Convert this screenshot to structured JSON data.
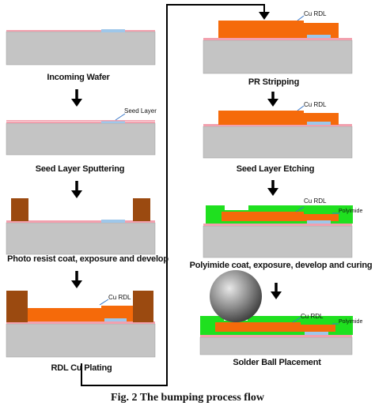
{
  "steps": {
    "incoming_wafer": "Incoming Wafer",
    "seed_layer_sputtering": "Seed Layer Sputtering",
    "photo_resist": "Photo resist coat, exposure and develop",
    "rdl_cu_plating": "RDL Cu Plating",
    "pr_stripping": "PR Stripping",
    "seed_layer_etching": "Seed Layer Etching",
    "polyimide_coat": "Polyimide coat, exposure, develop and curing",
    "solder_ball_placement": "Solder Ball Placement"
  },
  "labels": {
    "seed_layer": "Seed Layer",
    "cu_rdl": "Cu RDL",
    "polyimide": "Polyimide"
  },
  "caption": "Fig. 2 The bumping process flow",
  "colors": {
    "wafer": "#c4c4c4",
    "seed": "#f2a0ae",
    "pad": "#9ec7ea",
    "photoresist": "#9b4a10",
    "copper": "#f56a0a",
    "polyimide": "#1fe01f",
    "arrow": "#000000"
  }
}
